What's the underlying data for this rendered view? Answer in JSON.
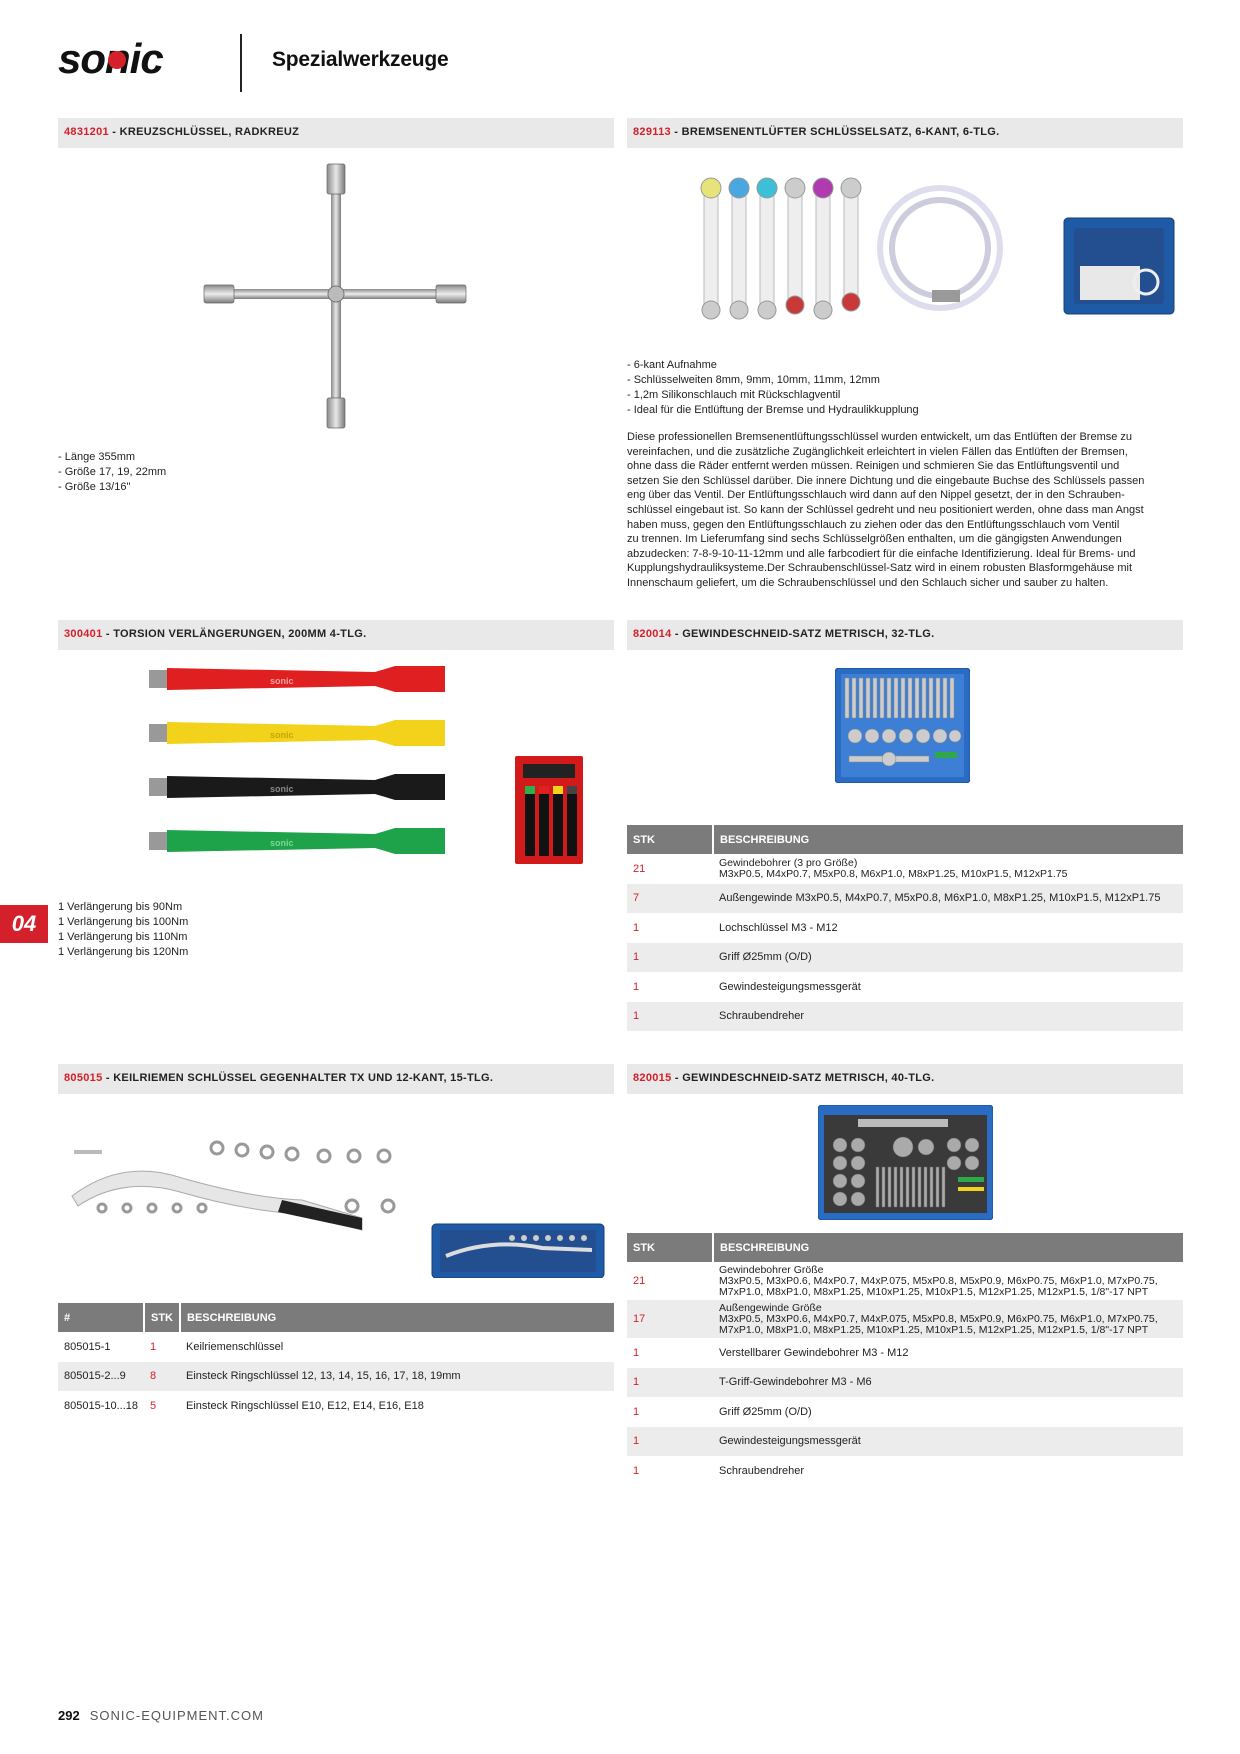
{
  "header": {
    "brand": "sonic",
    "title": "Spezialwerkzeuge"
  },
  "sections": {
    "s1": {
      "code": "4831201",
      "title": " - KREUZSCHLÜSSEL, RADKREUZ",
      "bullets": [
        "- Länge 355mm",
        "- Größe 17, 19, 22mm",
        "- Größe 13/16\""
      ]
    },
    "s2": {
      "code": "829113",
      "title": " - BREMSENENTLÜFTER SCHLÜSSELSATZ, 6-KANT, 6-TLG.",
      "bullets": [
        "- 6-kant Aufnahme",
        "- Schlüsselweiten 8mm, 9mm, 10mm, 11mm, 12mm",
        "- 1,2m Silikonschlauch mit Rückschlagventil",
        "- Ideal für die Entlüftung der Bremse und Hydraulikkupplung"
      ],
      "paragraph": [
        "Diese professionellen Bremsenentlüftungsschlüssel wurden entwickelt, um das Entlüften der Bremse zu",
        "vereinfachen, und die zusätzliche Zugänglichkeit erleichtert in vielen Fällen das Entlüften der Bremsen,",
        "ohne dass die Räder entfernt werden müssen. Reinigen und schmieren Sie das Entlüftungsventil und",
        "setzen Sie den Schlüssel darüber. Die innere Dichtung und die eingebaute Buchse des Schlüssels passen",
        "eng über das Ventil. Der Entlüftungsschlauch wird dann auf den Nippel gesetzt, der in den Schrauben-",
        "schlüssel eingebaut ist. So kann der Schlüssel gedreht und neu positioniert werden, ohne dass man Angst",
        "haben muss, gegen den Entlüftungsschlauch zu ziehen oder das den Entlüftungsschlauch vom Ventil",
        "zu trennen. Im Lieferumfang sind sechs Schlüsselgrößen enthalten, um die gängigsten Anwendungen",
        "abzudecken: 7-8-9-10-11-12mm und alle farbcodiert für die einfache Identifizierung. Ideal für Brems- und",
        "Kupplungshydrauliksysteme.Der Schraubenschlüssel-Satz wird in einem robusten Blasformgehäuse mit",
        "Innenschaum geliefert, um die Schraubenschlüssel und den Schlauch sicher und sauber zu halten."
      ]
    },
    "s3": {
      "code": "300401",
      "title": " - TORSION VERLÄNGERUNGEN, 200MM 4-TLG.",
      "bullets": [
        "1 Verlängerung bis 90Nm",
        "1 Verlängerung bis 100Nm",
        "1 Verlängerung bis 110Nm",
        "1 Verlängerung bis 120Nm"
      ],
      "bar_logo": "sonic"
    },
    "s4": {
      "code": "820014",
      "title": " - GEWINDESCHNEID-SATZ METRISCH, 32-TLG.",
      "table": {
        "headers": [
          "STK",
          "BESCHREIBUNG"
        ],
        "rows": [
          {
            "qty": "21",
            "line1": "Gewindebohrer (3 pro Größe)",
            "line2": "M3xP0.5, M4xP0.7, M5xP0.8, M6xP1.0, M8xP1.25, M10xP1.5, M12xP1.75"
          },
          {
            "qty": "7",
            "desc": "Außengewinde M3xP0.5, M4xP0.7, M5xP0.8, M6xP1.0, M8xP1.25, M10xP1.5, M12xP1.75"
          },
          {
            "qty": "1",
            "desc": "Lochschlüssel M3 - M12"
          },
          {
            "qty": "1",
            "desc": "Griff Ø25mm (O/D)"
          },
          {
            "qty": "1",
            "desc": "Gewindesteigungsmessgerät"
          },
          {
            "qty": "1",
            "desc": "Schraubendreher"
          }
        ]
      }
    },
    "s5": {
      "code": "805015",
      "title": " - KEILRIEMEN SCHLÜSSEL GEGENHALTER TX UND 12-KANT, 15-TLG.",
      "table": {
        "headers": [
          "#",
          "STK",
          "BESCHREIBUNG"
        ],
        "rows": [
          {
            "num": "805015-1",
            "qty": "1",
            "desc": "Keilriemenschlüssel"
          },
          {
            "num": "805015-2...9",
            "qty": "8",
            "desc": "Einsteck Ringschlüssel 12, 13, 14, 15, 16, 17, 18, 19mm"
          },
          {
            "num": "805015-10...18",
            "qty": "5",
            "desc": "Einsteck Ringschlüssel E10, E12, E14, E16, E18"
          }
        ]
      }
    },
    "s6": {
      "code": "820015",
      "title": " - GEWINDESCHNEID-SATZ METRISCH, 40-TLG.",
      "table": {
        "headers": [
          "STK",
          "BESCHREIBUNG"
        ],
        "rows": [
          {
            "qty": "21",
            "line1": "Gewindebohrer Größe",
            "line2": "M3xP0.5, M3xP0.6, M4xP0.7, M4xP.075, M5xP0.8, M5xP0.9, M6xP0.75, M6xP1.0, M7xP0.75,",
            "line3": "M7xP1.0, M8xP1.0, M8xP1.25, M10xP1.25, M10xP1.5, M12xP1.25, M12xP1.5, 1/8\"-17 NPT"
          },
          {
            "qty": "17",
            "line1": "Außengewinde Größe",
            "line2": "M3xP0.5, M3xP0.6, M4xP0.7, M4xP.075, M5xP0.8, M5xP0.9, M6xP0.75, M6xP1.0, M7xP0.75,",
            "line3": "M7xP1.0, M8xP1.0, M8xP1.25, M10xP1.25, M10xP1.5, M12xP1.25, M12xP1.5, 1/8\"-17 NPT"
          },
          {
            "qty": "1",
            "desc": "Verstellbarer Gewindebohrer M3 - M12"
          },
          {
            "qty": "1",
            "desc": "T-Griff-Gewindebohrer M3 - M6"
          },
          {
            "qty": "1",
            "desc": "Griff Ø25mm (O/D)"
          },
          {
            "qty": "1",
            "desc": "Gewindesteigungsmessgerät"
          },
          {
            "qty": "1",
            "desc": "Schraubendreher"
          }
        ]
      }
    }
  },
  "side_tab": "04",
  "footer": {
    "page": "292",
    "site": "SONIC-EQUIPMENT.COM"
  },
  "colors": {
    "accent": "#d4202a",
    "bar_bg": "#e9e9e9",
    "table_header": "#7b7b7b",
    "row_alt": "#ececec"
  }
}
